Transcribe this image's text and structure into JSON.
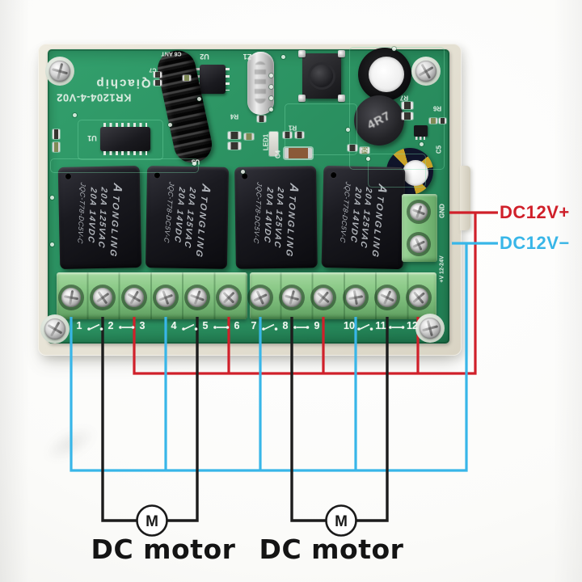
{
  "board": {
    "brand_silk": "Qiachip",
    "model_silk": "KR1204-4-V02",
    "inductor_marking": "4R7",
    "power_terminal_silk": {
      "top": "GND",
      "bottom": "+V 12-24V"
    }
  },
  "silkscreen_labels": [
    {
      "id": "brand",
      "text": "Qiachip"
    },
    {
      "id": "model",
      "text": "KR1204-4-V02"
    },
    {
      "id": "u1",
      "text": "U1"
    },
    {
      "id": "u2",
      "text": "U2"
    },
    {
      "id": "u5",
      "text": "U5"
    },
    {
      "id": "z1",
      "text": "Z1"
    },
    {
      "id": "c6ant",
      "text": "C6 ANT"
    },
    {
      "id": "c7",
      "text": "C7"
    },
    {
      "id": "r4",
      "text": "R4"
    },
    {
      "id": "r1",
      "text": "R1"
    },
    {
      "id": "led1",
      "text": "LED1"
    },
    {
      "id": "c4",
      "text": "C4"
    },
    {
      "id": "r5",
      "text": "R5"
    },
    {
      "id": "r7",
      "text": "R7"
    },
    {
      "id": "r6",
      "text": "R6"
    },
    {
      "id": "c5",
      "text": "C5"
    },
    {
      "id": "gnd",
      "text": "GND"
    },
    {
      "id": "vin",
      "text": "+V 12-24V"
    }
  ],
  "relays": [
    {
      "logo": "A",
      "brand": "TONGLING",
      "rating1": "20A  125VAC",
      "rating2": "20A   14VDC",
      "part": "JQC-T78-DC5V-C"
    },
    {
      "logo": "A",
      "brand": "TONGLING",
      "rating1": "20A  125VAC",
      "rating2": "20A   14VDC",
      "part": "JQC-T78-DC5V-C"
    },
    {
      "logo": "A",
      "brand": "TONGLING",
      "rating1": "20A  125VAC",
      "rating2": "20A   14VDC",
      "part": "JQC-T78-DC5V-C"
    },
    {
      "logo": "A",
      "brand": "TONGLING",
      "rating1": "20A  125VAC",
      "rating2": "20A   14VDC",
      "part": "JQC-T78-DC5V-C"
    }
  ],
  "terminals": {
    "numbers": [
      "1",
      "2",
      "3",
      "4",
      "5",
      "6",
      "7",
      "8",
      "9",
      "10",
      "11",
      "12"
    ]
  },
  "power": {
    "positive": "DC12V+",
    "negative": "DC12V−"
  },
  "motors": [
    {
      "symbol": "M",
      "caption": "DC motor"
    },
    {
      "symbol": "M",
      "caption": "DC motor"
    }
  ],
  "colors": {
    "pcb_green": "#2b9161",
    "terminal_green": "#85c583",
    "wire_red": "#d0202a",
    "wire_blue": "#38b6e8",
    "wire_black": "#1c1c1c",
    "relay_body": "#17171c",
    "case_cream": "#e7e3d6"
  }
}
